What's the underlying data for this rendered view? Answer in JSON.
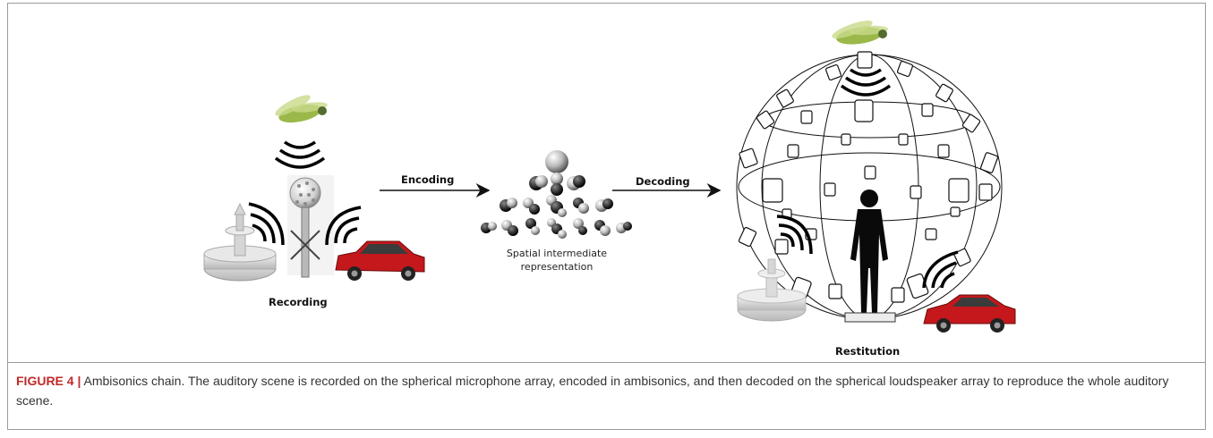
{
  "figure": {
    "labels": {
      "recording": "Recording",
      "encoding": "Encoding",
      "spatial_line1": "Spatial intermediate",
      "spatial_line2": "representation",
      "decoding": "Decoding",
      "restitution": "Restitution"
    }
  },
  "caption": {
    "label": "FIGURE 4 |",
    "text": "Ambisonics chain.  The auditory scene is recorded on the spherical microphone array, encoded in ambisonics, and then decoded on the spherical loudspeaker array to reproduce the whole auditory scene."
  },
  "colors": {
    "figure_label": "#c02a2a",
    "car_red": "#c4181c",
    "insect_green": "#9bb84a"
  }
}
